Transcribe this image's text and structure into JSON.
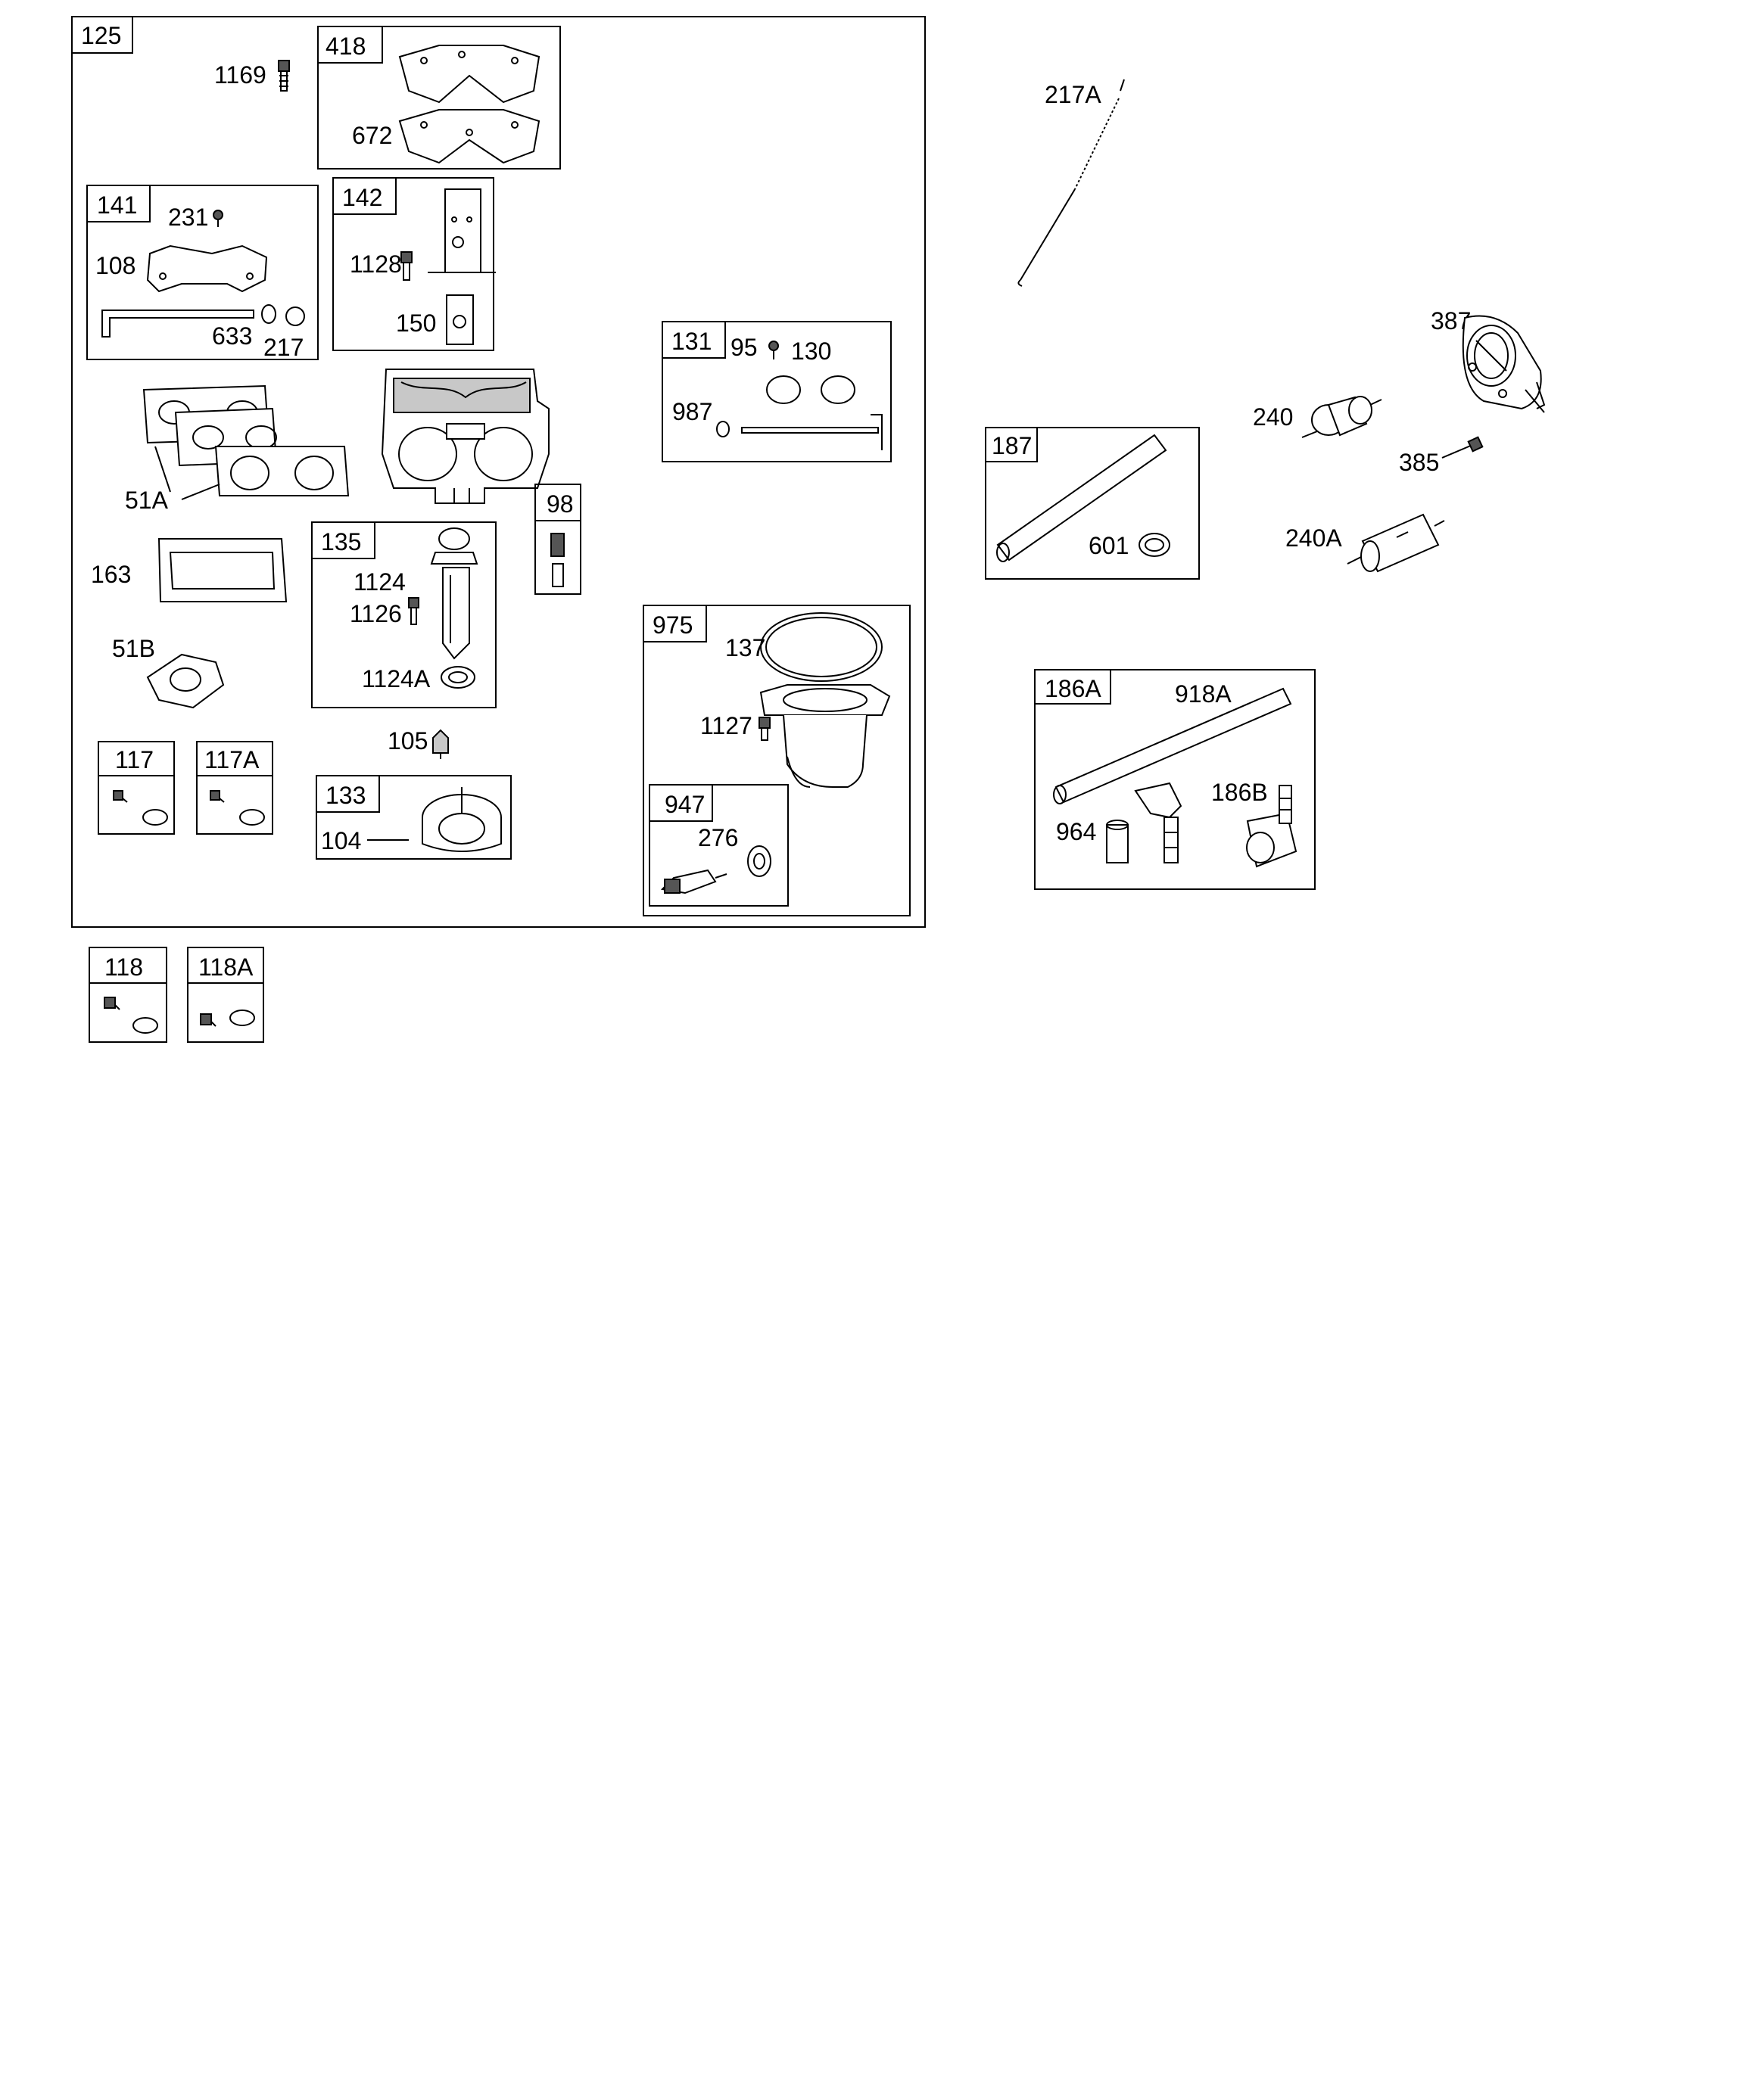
{
  "frames": {
    "f125": "125",
    "f418": "418",
    "f141": "141",
    "f142": "142",
    "f131": "131",
    "f98": "98",
    "f135": "135",
    "f975": "975",
    "f117": "117",
    "f117A": "117A",
    "f133": "133",
    "f947": "947",
    "f118": "118",
    "f118A": "118A",
    "f187": "187",
    "f186A": "186A"
  },
  "callouts": {
    "c1169": "1169",
    "c672": "672",
    "c231": "231",
    "c108": "108",
    "c633": "633",
    "c217": "217",
    "c1128": "1128",
    "c150": "150",
    "c95": "95",
    "c130": "130",
    "c987": "987",
    "c51A": "51A",
    "c163": "163",
    "c51B": "51B",
    "c1124": "1124",
    "c1126": "1126",
    "c1124A": "1124A",
    "c137": "137",
    "c1127": "1127",
    "c105": "105",
    "c104": "104",
    "c276": "276",
    "c217A": "217A",
    "c387": "387",
    "c240": "240",
    "c385": "385",
    "c240A": "240A",
    "c601": "601",
    "c918A": "918A",
    "c186B": "186B",
    "c964": "964"
  }
}
